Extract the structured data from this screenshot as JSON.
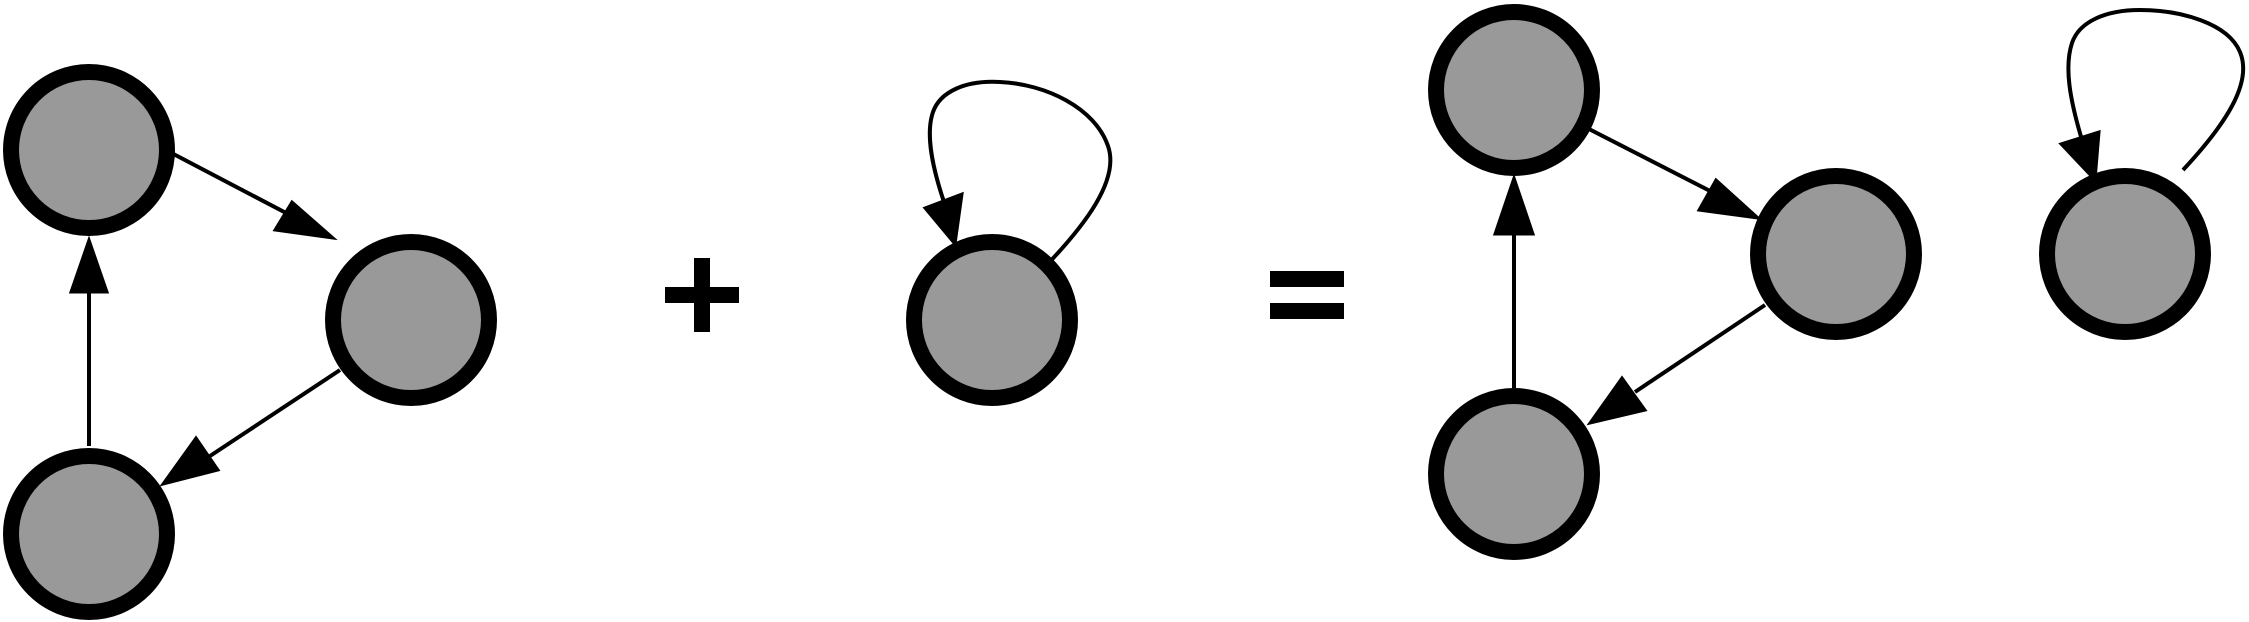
{
  "figure": {
    "operators": [
      "+",
      "="
    ],
    "colors": {
      "node_fill": "#999999",
      "node_stroke": "#000000",
      "edge": "#000000",
      "background": "#ffffff"
    },
    "graphs": [
      {
        "id": "left-graph",
        "nodes": [
          "a",
          "b",
          "c"
        ],
        "edges": [
          [
            "a",
            "b"
          ],
          [
            "b",
            "c"
          ],
          [
            "c",
            "a"
          ]
        ]
      },
      {
        "id": "middle-graph",
        "nodes": [
          "a"
        ],
        "edges": [
          [
            "a",
            "a"
          ]
        ]
      },
      {
        "id": "result-graph",
        "nodes": [
          "a",
          "b",
          "c",
          "d"
        ],
        "edges": [
          [
            "a",
            "b"
          ],
          [
            "b",
            "c"
          ],
          [
            "c",
            "a"
          ],
          [
            "d",
            "d"
          ]
        ]
      }
    ]
  }
}
